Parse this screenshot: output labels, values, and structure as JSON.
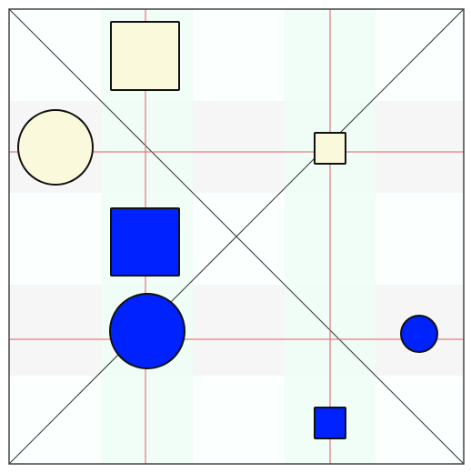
{
  "colors": {
    "background": "#fbfffd",
    "band_gray": "#f6f6f6",
    "band_mint": "#eefdf6",
    "band_overlap": "#e9f6f0",
    "border": "#444444",
    "diagonal": "#333333",
    "guide_line": "#e06060",
    "shape_stroke": "#111111",
    "cream": "#fbf9dc",
    "blue": "#0022ff"
  },
  "shapes": [
    {
      "name": "cream-square-large",
      "kind": "square",
      "fill": "cream"
    },
    {
      "name": "cream-circle-large",
      "kind": "circle",
      "fill": "cream"
    },
    {
      "name": "cream-square-small",
      "kind": "square",
      "fill": "cream"
    },
    {
      "name": "blue-square-large",
      "kind": "square",
      "fill": "blue"
    },
    {
      "name": "blue-circle-large",
      "kind": "circle",
      "fill": "blue"
    },
    {
      "name": "blue-circle-small",
      "kind": "circle",
      "fill": "blue"
    },
    {
      "name": "blue-square-small",
      "kind": "square",
      "fill": "blue"
    }
  ]
}
